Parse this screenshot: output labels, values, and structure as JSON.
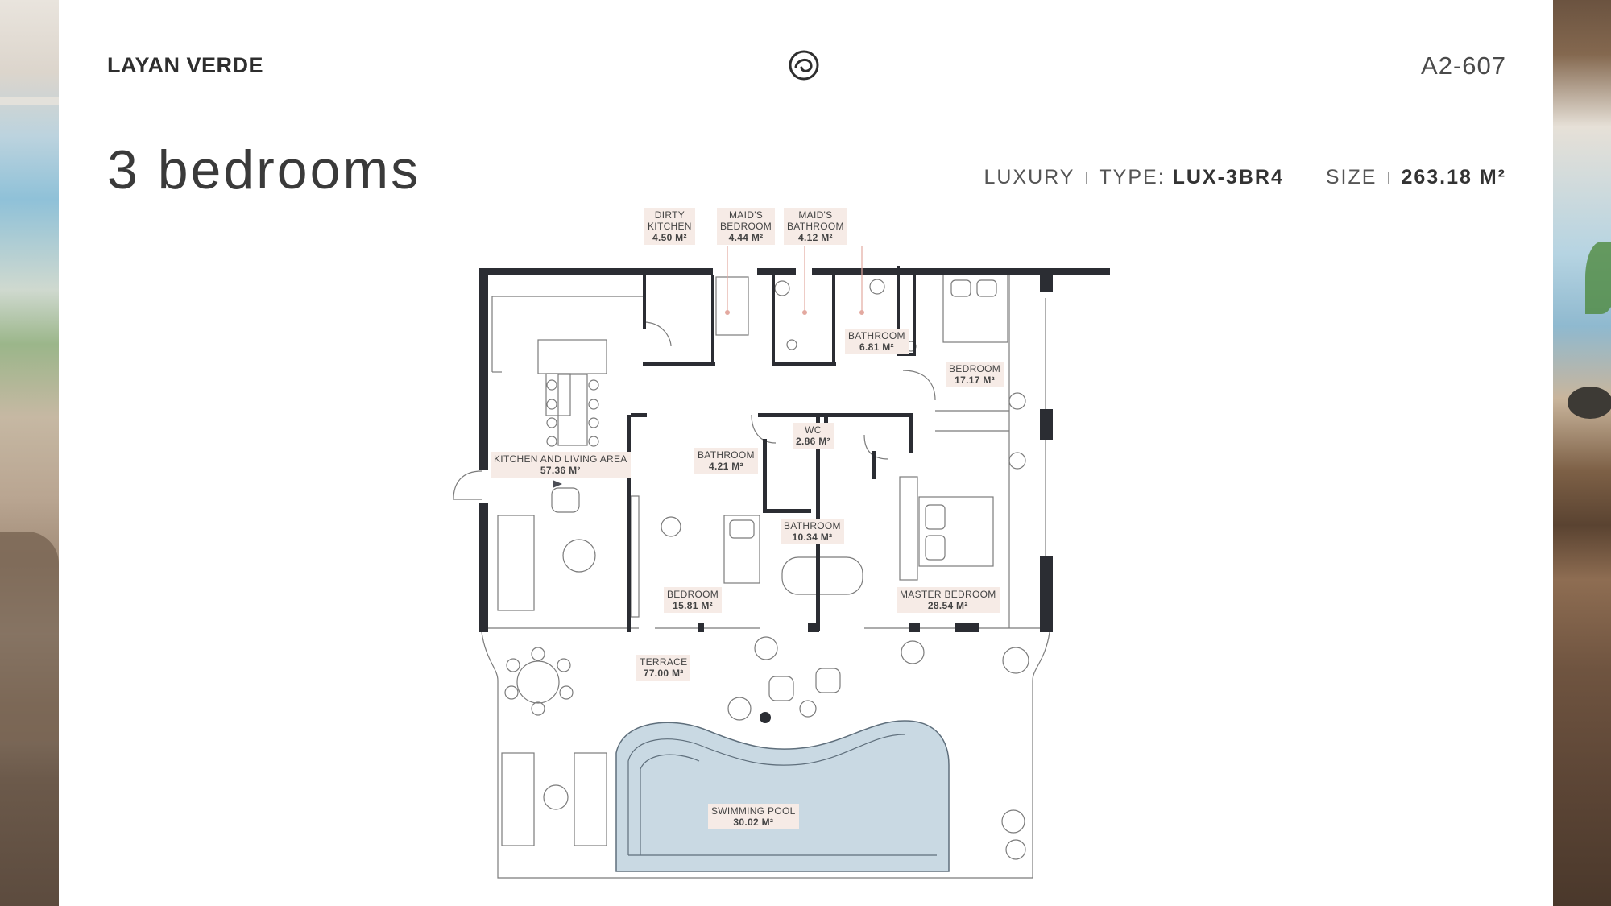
{
  "header": {
    "brand": "LAYAN VERDE",
    "unit_code": "A2-607",
    "logo_icon": "circle-swirl-logo"
  },
  "title": "3 bedrooms",
  "specs": {
    "category": "LUXURY",
    "type_label": "TYPE:",
    "type_value": "LUX-3BR4",
    "size_label": "SIZE",
    "size_value": "263.18 M²"
  },
  "rooms": {
    "dirty_kitchen": {
      "name1": "DIRTY",
      "name2": "KITCHEN",
      "area": "4.50 M²"
    },
    "maids_bedroom": {
      "name1": "MAID'S",
      "name2": "BEDROOM",
      "area": "4.44 M²"
    },
    "maids_bathroom": {
      "name1": "MAID'S",
      "name2": "BATHROOM",
      "area": "4.12 M²"
    },
    "bathroom_top": {
      "name": "BATHROOM",
      "area": "6.81 M²"
    },
    "bedroom_right": {
      "name": "BEDROOM",
      "area": "17.17 M²"
    },
    "wc": {
      "name": "WC",
      "area": "2.86 M²"
    },
    "bathroom_mid": {
      "name": "BATHROOM",
      "area": "4.21 M²"
    },
    "kitchen_living": {
      "name": "KITCHEN AND LIVING AREA",
      "area": "57.36 M²"
    },
    "bathroom_large": {
      "name": "BATHROOM",
      "area": "10.34 M²"
    },
    "bedroom_mid": {
      "name": "BEDROOM",
      "area": "15.81 M²"
    },
    "master_bedroom": {
      "name": "MASTER BEDROOM",
      "area": "28.54 M²"
    },
    "terrace": {
      "name": "TERRACE",
      "area": "77.00 M²"
    },
    "pool": {
      "name": "SWIMMING POOL",
      "area": "30.02 M²"
    }
  },
  "colors": {
    "wall": "#2b2d33",
    "pool": "#c9d9e3",
    "label_bg": "#f6ebe6",
    "leader": "#e3a9a0"
  }
}
